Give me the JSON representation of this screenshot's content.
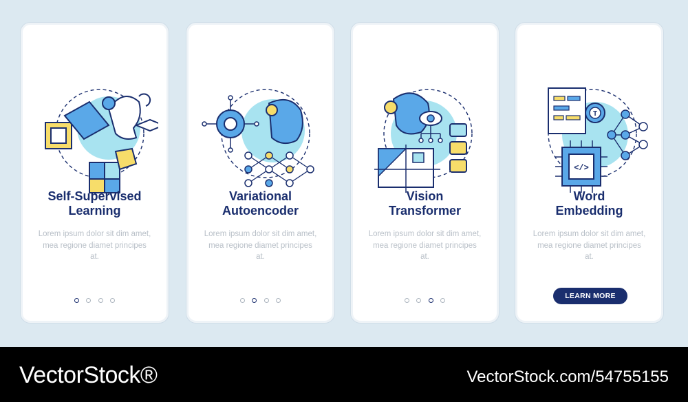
{
  "cards": [
    {
      "title_line1": "Self-Supervised",
      "title_line2": "Learning",
      "body": "Lorem ipsum dolor sit dim amet, mea regione diamet principes at.",
      "active_dot": 1,
      "illustration_icon": "self-supervised-learning-icon"
    },
    {
      "title_line1": "Variational",
      "title_line2": "Autoencoder",
      "body": "Lorem ipsum dolor sit dim amet, mea regione diamet principes at.",
      "active_dot": 2,
      "illustration_icon": "variational-autoencoder-icon"
    },
    {
      "title_line1": "Vision",
      "title_line2": "Transformer",
      "body": "Lorem ipsum dolor sit dim amet, mea regione diamet principes at.",
      "active_dot": 3,
      "illustration_icon": "vision-transformer-icon"
    },
    {
      "title_line1": "Word",
      "title_line2": "Embedding",
      "body": "Lorem ipsum dolor sit dim amet, mea regione diamet principes at.",
      "button_label": "LEARN MORE",
      "illustration_icon": "word-embedding-icon"
    }
  ],
  "footer": {
    "brand": "VectorStock®",
    "stock_id": "VectorStock.com/54755155"
  },
  "colors": {
    "navy": "#1a2e6e",
    "light_blue": "#a8e3f0",
    "yellow": "#f7dd6a",
    "blue_icon": "#5aa8e8",
    "background": "#dce9f1"
  }
}
